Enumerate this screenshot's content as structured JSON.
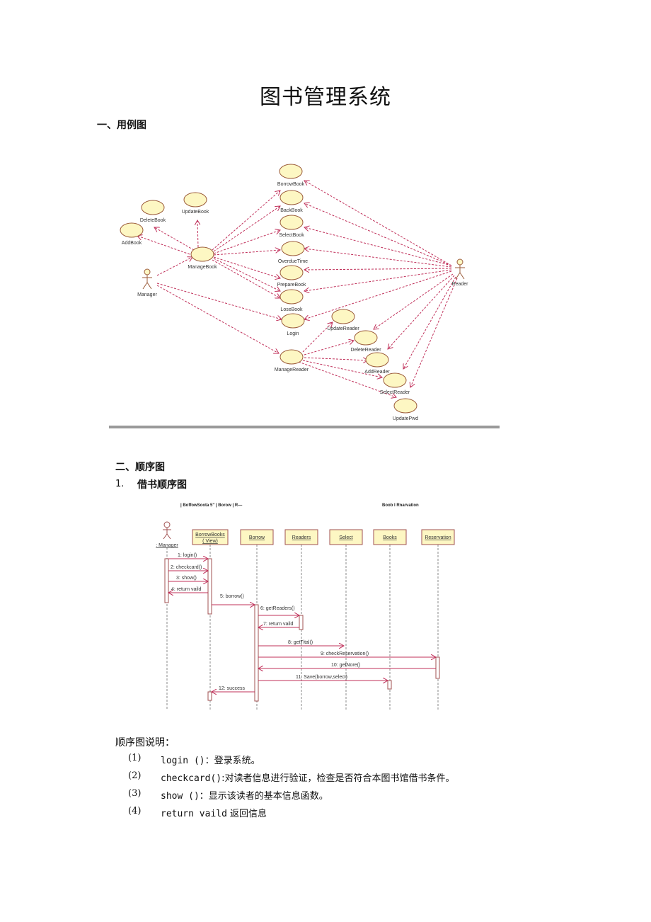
{
  "document": {
    "title": "图书管理系统",
    "section1_heading": "一、用例图",
    "section2_heading": "二、顺序图",
    "subsection1_number": "1.",
    "subsection1_title": "借书顺序图",
    "explanation_heading": "顺序图说明："
  },
  "use_case_diagram": {
    "actors": {
      "manager": "Manager",
      "reader": "Reader"
    },
    "use_cases": {
      "borrow_book": "BorrowBook",
      "back_book": "BackBook",
      "select_book": "SelectBook",
      "overdue_time": "OverdueTime",
      "prepare_book": "PrepareBook",
      "lose_book": "LoseBook",
      "login": "Login",
      "manage_book": "ManageBook",
      "update_book": "UpdateBook",
      "delete_book": "DeleteBook",
      "add_book": "AddBook",
      "manage_reader": "ManageReader",
      "update_reader": "UpdateReader",
      "delete_reader": "DeleteReader",
      "add_reader": "AddReader",
      "select_reader": "SelectReader",
      "update_pwd": "UpdatePwd"
    }
  },
  "sequence_diagram": {
    "header_left": "| BoffowSoota 5\" | Borow | R—",
    "header_right": "Boob I Rnarvation",
    "participants": {
      "manager": ": Manager",
      "borrowbooks_line1": "BorrowBooks",
      "borrowbooks_line2": "( View)",
      "borrow": "Borrow",
      "readers": "Readers",
      "select": "Select",
      "books": "Books",
      "reservation": "Reservation"
    },
    "messages": {
      "m1": "1: login()",
      "m2": "2: checkcard()",
      "m3": "3: show()",
      "m4": "4: return vaild",
      "m5": "5: borrow()",
      "m6": "6: getReaders()",
      "m7": "7: return vaild",
      "m8": "8: getTital()",
      "m9": "9: checkReservation()",
      "m10": "10: getNore()",
      "m11": "11: Save(borrow,select)",
      "m12": "12: success"
    }
  },
  "explanations": [
    {
      "num": "(1)",
      "code": "login ()",
      "text": "：登录系统。"
    },
    {
      "num": "(2)",
      "code": "checkcard()",
      "text": ":对读者信息进行验证，检查是否符合本图书馆借书条件。"
    },
    {
      "num": "(3)",
      "code": "show ()",
      "text": "：显示该读者的基本信息函数。"
    },
    {
      "num": "(4)",
      "code": "return vaild",
      "text": " 返回信息"
    }
  ],
  "colors": {
    "use_case_fill": "#fdf7c3",
    "use_case_stroke": "#9b5b3a",
    "arrow": "#c0305a",
    "participant_fill": "#fdf7c3",
    "participant_stroke": "#a05050",
    "lifeline": "#888888"
  }
}
